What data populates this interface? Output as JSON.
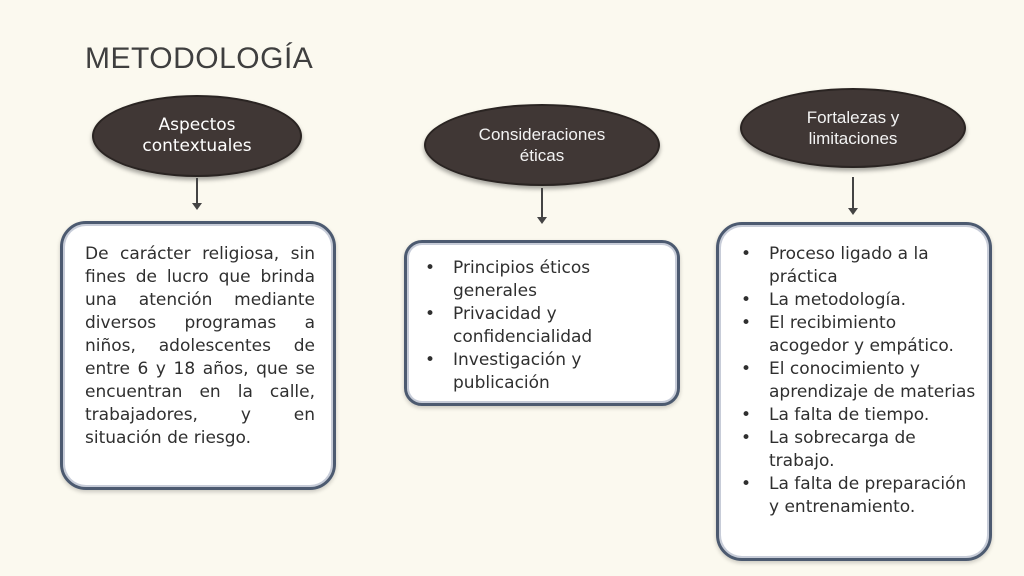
{
  "title": "METODOLOGÍA",
  "nodes": [
    {
      "label_lines": [
        "Aspectos",
        "contextuales"
      ]
    },
    {
      "label_lines": [
        "Consideraciones",
        "éticas"
      ]
    },
    {
      "label_lines": [
        "Fortalezas y",
        "limitaciones"
      ]
    }
  ],
  "boxes": {
    "aspectos_text": "De carácter religiosa, sin fines de lucro que brinda una atención mediante diversos programas a niños, adolescentes de entre 6 y 18 años, que se encuentran en la calle, trabajadores, y en situación de riesgo.",
    "consideraciones_items": [
      "Principios éticos generales",
      "Privacidad y confidencialidad",
      "Investigación y publicación"
    ],
    "fortalezas_items": [
      "Proceso ligado a la práctica",
      "La metodología.",
      "El recibimiento acogedor y empático.",
      "El conocimiento y aprendizaje de materias",
      "La falta de tiempo.",
      "La sobrecarga de trabajo.",
      "La falta de preparación y entrenamiento."
    ]
  },
  "colors": {
    "background": "#fbf9ef",
    "oval_fill": "#403735",
    "box_border": "#4c5a70",
    "text": "#2f2f2f"
  }
}
